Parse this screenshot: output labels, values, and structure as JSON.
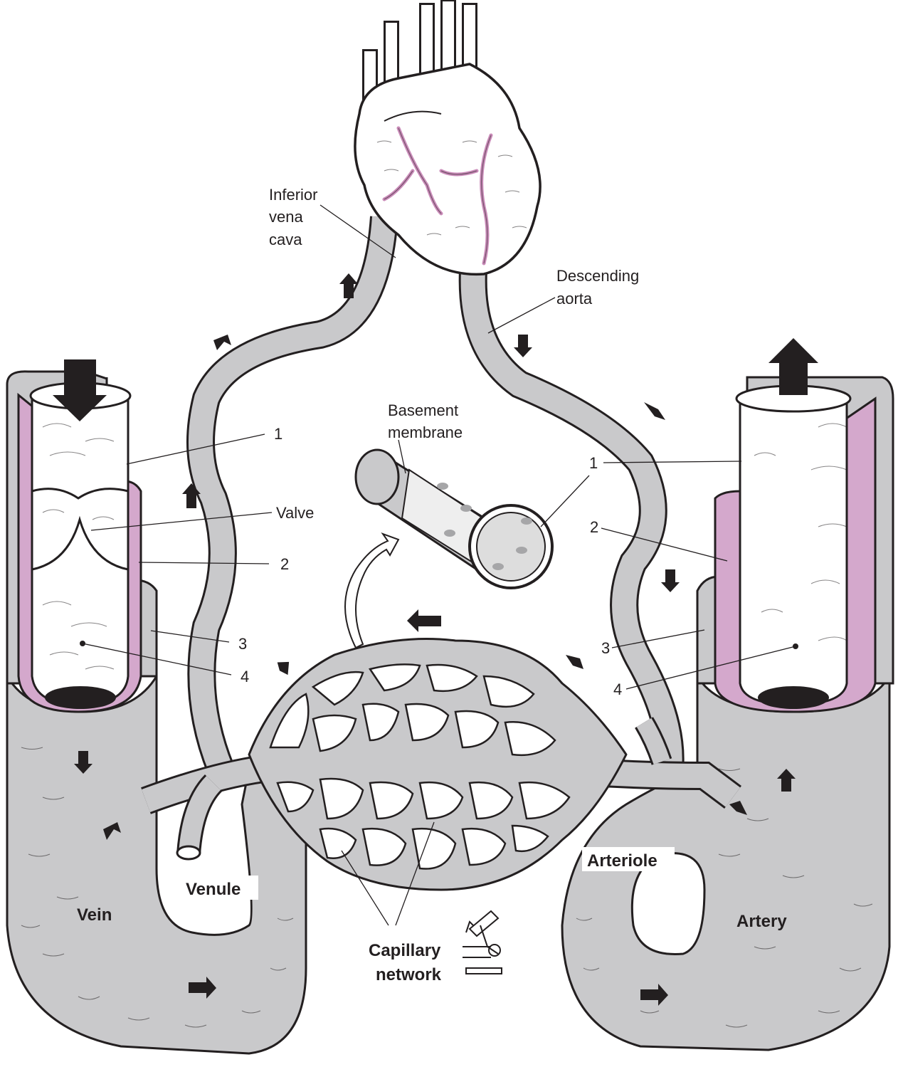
{
  "labels": {
    "ivc": [
      "Inferior",
      "vena",
      "cava"
    ],
    "aorta": [
      "Descending",
      "aorta"
    ],
    "basement": [
      "Basement",
      "membrane"
    ],
    "valve": "Valve",
    "vein_1": "1",
    "vein_2": "2",
    "vein_3": "3",
    "vein_4": "4",
    "art_1": "1",
    "art_2": "2",
    "art_3": "3",
    "art_4": "4",
    "cap_1": "1",
    "venule": "Venule",
    "arteriole": "Arteriole",
    "vein": "Vein",
    "artery": "Artery",
    "capillary": [
      "Capillary",
      "network"
    ]
  },
  "colors": {
    "vessel_fill": "#c9c9cb",
    "tunica_media": "#d4a8cc",
    "outline": "#231f20",
    "coronary": "#c98ab8",
    "background": "#ffffff"
  },
  "icons": {
    "microscope": "microscope-icon"
  }
}
